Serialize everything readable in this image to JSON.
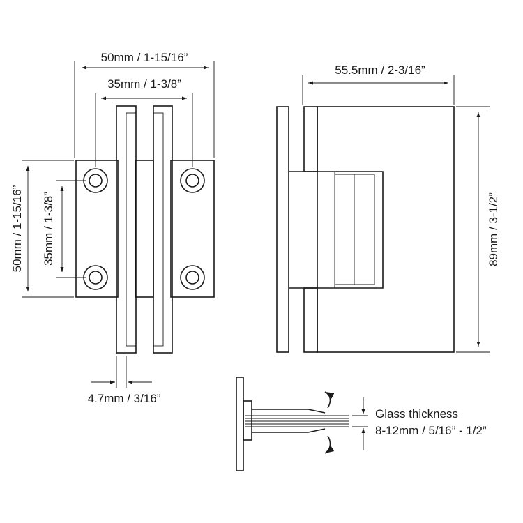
{
  "front_view": {
    "width_outer_label": "50mm / 1-15/16”",
    "width_inner_label": "35mm / 1-3/8”",
    "height_outer_label": "50mm / 1-15/16”",
    "height_inner_label": "35mm / 1-3/8”",
    "plate_thickness_label": "4.7mm / 3/16”"
  },
  "side_view": {
    "width_label": "55.5mm / 2-3/16”",
    "height_label": "89mm / 3-1/2”"
  },
  "glass_detail": {
    "title": "Glass thickness",
    "range": "8-12mm / 5/16” - 1/2”"
  }
}
